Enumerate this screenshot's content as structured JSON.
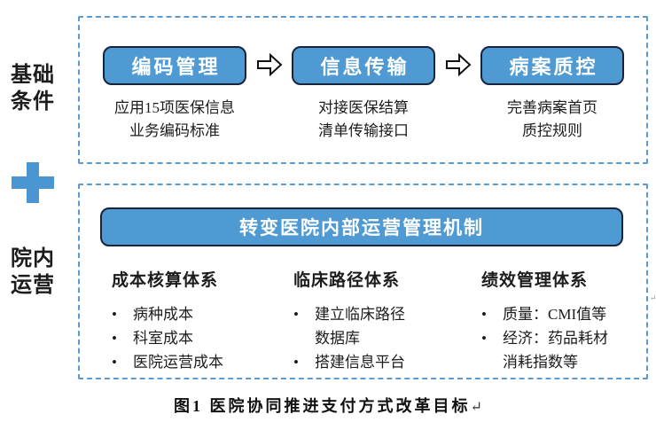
{
  "colors": {
    "box_fill": "#4f9ad2",
    "box_border": "#16243d",
    "dashed_border": "#5b9bd5",
    "plus_blue": "#4b96d2",
    "text": "#1c1c1c",
    "box_text": "#ffffff"
  },
  "left_rail": {
    "foundation_line1": "基础",
    "foundation_line2": "条件",
    "plus_icon": "plus-icon",
    "operation_line1": "院内",
    "operation_line2": "运营"
  },
  "foundation_flow": {
    "arrow_icon": "hollow-right-arrow-icon",
    "steps": [
      {
        "title": "编码管理",
        "desc_lines": [
          "应用15项医保信息",
          "业务编码标准"
        ]
      },
      {
        "title": "信息传输",
        "desc_lines": [
          "对接医保结算",
          "清单传输接口"
        ]
      },
      {
        "title": "病案质控",
        "desc_lines": [
          "完善病案首页",
          "质控规则"
        ]
      }
    ]
  },
  "operation": {
    "header": "转变医院内部运营管理机制",
    "bullet_glyph": "•",
    "columns": [
      {
        "title": "成本核算体系",
        "items": [
          {
            "lines": [
              "病种成本"
            ]
          },
          {
            "lines": [
              "科室成本"
            ]
          },
          {
            "lines": [
              "医院运营成本"
            ]
          }
        ]
      },
      {
        "title": "临床路径体系",
        "items": [
          {
            "lines": [
              "建立临床路径",
              "数据库"
            ]
          },
          {
            "lines": [
              "搭建信息平台"
            ]
          }
        ]
      },
      {
        "title": "绩效管理体系",
        "items": [
          {
            "lines": [
              "质量：CMI值等"
            ]
          },
          {
            "lines": [
              "经济：药品耗材",
              "消耗指数等"
            ]
          }
        ]
      }
    ]
  },
  "caption": {
    "text": "图1 医院协同推进支付方式改革目标",
    "return_mark": "↵"
  },
  "page_return_mark": "↵"
}
